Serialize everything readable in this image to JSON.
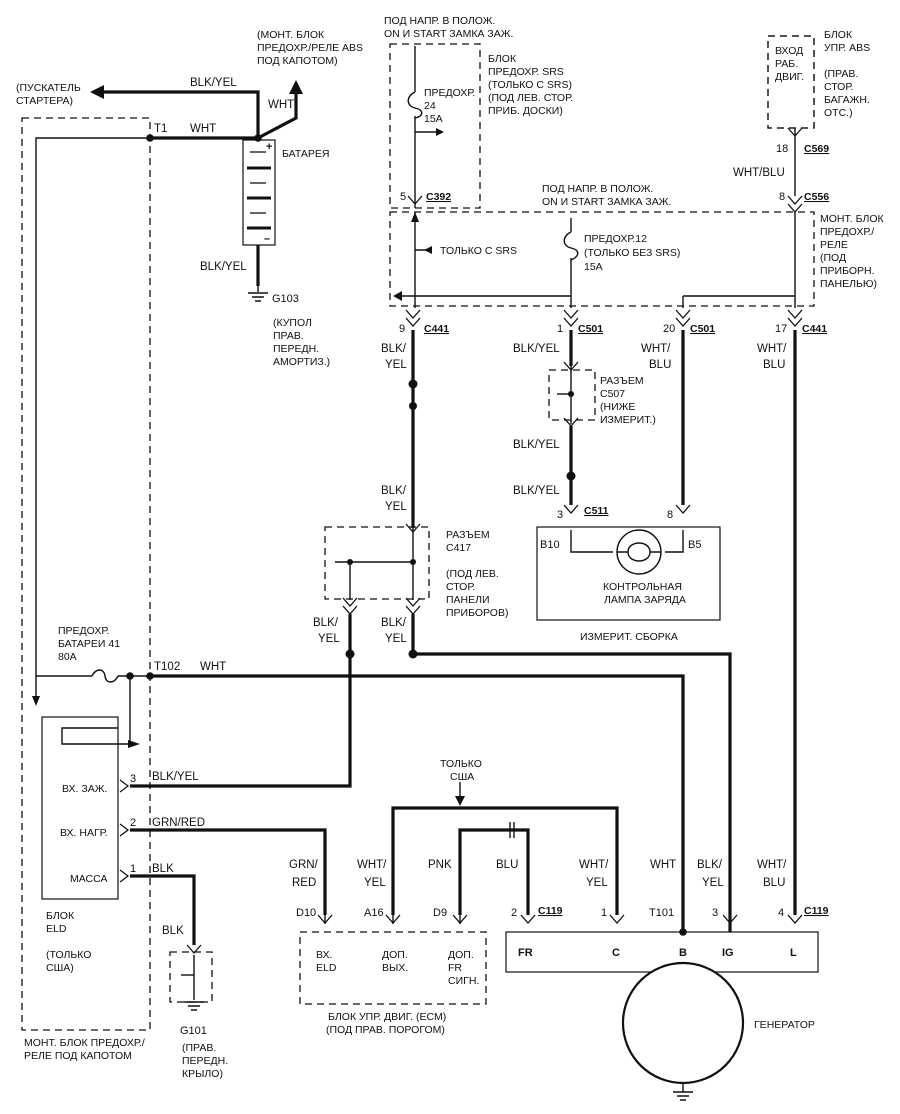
{
  "abs_fuse_box": [
    "(МОНТ. БЛОК",
    "ПРЕДОХР./РЕЛЕ ABS",
    "ПОД КАПОТОМ)"
  ],
  "starter": [
    "(ПУСКАТЕЛЬ",
    "СТАРТЕРА)"
  ],
  "wires": {
    "blk_yel": "BLK/YEL",
    "wht": "WHT",
    "wht_blu": "WHT/BLU",
    "blk_yel_top": "BLK/",
    "yel": "YEL",
    "wht_top": "WHT/",
    "blu": "BLU",
    "grn_red": "GRN/RED",
    "blk": "BLK",
    "grn": "GRN/",
    "red": "RED",
    "pnk": "PNK"
  },
  "battery": "БАТАРЕЯ",
  "ground_g103": "G103",
  "ground_g103_loc": [
    "(КУПОЛ",
    "ПРАВ.",
    "ПЕРЕДН.",
    "АМОРТИЗ.)"
  ],
  "terminals": {
    "t1": "T1",
    "t102": "T102",
    "t101": "T101"
  },
  "srs_power": [
    "ПОД НАПР. В ПОЛОЖ.",
    "ON И START ЗАМКА ЗАЖ."
  ],
  "srs_box": [
    "БЛОК",
    "ПРЕДОХР. SRS",
    "(ТОЛЬКО С SRS)",
    "(ПОД ЛЕВ. СТОР.",
    "ПРИБ. ДОСКИ)"
  ],
  "fuse24": [
    "ПРЕДОХР.",
    "24",
    "15A"
  ],
  "abs_unit": [
    "ВХОД",
    "РАБ.",
    "ДВИГ."
  ],
  "abs_unit_label": [
    "БЛОК",
    "УПР. ABS",
    "(ПРАВ.",
    "СТОР.",
    "БАГАЖН.",
    "ОТС.)"
  ],
  "dash_power": [
    "ПОД НАПР. В ПОЛОЖ.",
    "ON И START ЗАМКА ЗАЖ."
  ],
  "only_srs": "ТОЛЬКО С SRS",
  "fuse12": [
    "ПРЕДОХР.12",
    "(ТОЛЬКО БЕЗ SRS)",
    "15A"
  ],
  "dash_fuse_box": [
    "МОНТ. БЛОК",
    "ПРЕДОХР./",
    "РЕЛЕ",
    "(ПОД",
    "ПРИБОРН.",
    "ПАНЕЛЬЮ)"
  ],
  "connectors": {
    "c392": "C392",
    "c569": "C569",
    "c556": "C556",
    "c441": "C441",
    "c501": "C501",
    "c511": "C511",
    "c119": "C119"
  },
  "pins": {
    "p5": "5",
    "p18": "18",
    "p8": "8",
    "p9": "9",
    "p1": "1",
    "p20": "20",
    "p17": "17",
    "p3": "3",
    "p2": "2",
    "p4": "4",
    "b10": "B10",
    "b5": "B5",
    "d10": "D10",
    "a16": "A16",
    "d9": "D9"
  },
  "c507": [
    "РАЗЪЕМ",
    "C507",
    "(НИЖЕ",
    "ИЗМЕРИТ.)"
  ],
  "c417": [
    "РАЗЪЕМ",
    "C417",
    "(ПОД ЛЕВ.",
    "СТОР.",
    "ПАНЕЛИ",
    "ПРИБОРОВ)"
  ],
  "charge_lamp": [
    "КОНТРОЛЬНАЯ",
    "ЛАМПА ЗАРЯДА"
  ],
  "gauge_assembly": "ИЗМЕРИТ. СБОРКА",
  "battery_fuse": [
    "ПРЕДОХР.",
    "БАТАРЕИ 41",
    "80A"
  ],
  "eld": {
    "ign": "ВХ. ЗАЖ.",
    "load": "ВХ. НАГР.",
    "gnd": "МАССА",
    "label": [
      "БЛОК",
      "ELD",
      "(ТОЛЬКО",
      "США)"
    ]
  },
  "only_usa": [
    "ТОЛЬКО",
    "США"
  ],
  "ecm": {
    "eld_in": [
      "ВХ.",
      "ELD"
    ],
    "aux_out": [
      "ДОП.",
      "ВЫХ."
    ],
    "fr_sig": [
      "ДОП.",
      "FR",
      "СИГН."
    ],
    "label": [
      "БЛОК УПР. ДВИГ. (ECM)",
      "(ПОД ПРАВ. ПОРОГОМ)"
    ]
  },
  "alternator": {
    "fr": "FR",
    "c": "C",
    "b": "B",
    "ig": "IG",
    "l": "L",
    "label": "ГЕНЕРАТОР"
  },
  "hood_box": [
    "МОНТ. БЛОК ПРЕДОХР./",
    "РЕЛЕ ПОД КАПОТОМ"
  ],
  "g101": "G101",
  "g101_loc": [
    "(ПРАВ.",
    "ПЕРЕДН.",
    "КРЫЛО)"
  ]
}
